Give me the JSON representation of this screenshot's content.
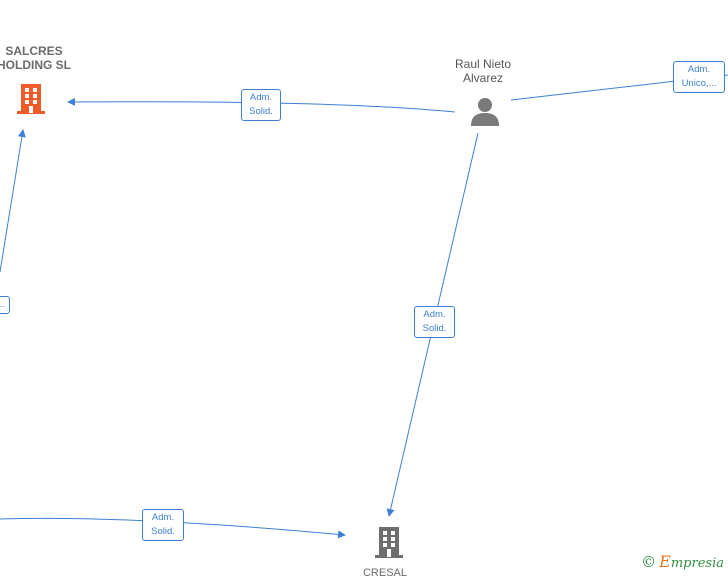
{
  "nodes": {
    "salcres": {
      "line1": "SALCRES",
      "line2": "HOLDING  SL",
      "color": "#f05a28"
    },
    "raul": {
      "line1": "Raul Nieto",
      "line2": "Alvarez",
      "color": "#7a7a7a"
    },
    "cresal": {
      "line1": "CRESAL",
      "color": "#6e6e6e"
    }
  },
  "edges": {
    "raul_salcres": {
      "line1": "Adm.",
      "line2": "Solid."
    },
    "raul_cresal": {
      "line1": "Adm.",
      "line2": "Solid."
    },
    "offscreen_cresal": {
      "line1": "Adm.",
      "line2": "Solid."
    },
    "raul_offscreen": {
      "line1": "Adm.",
      "line2": "Unico,..."
    },
    "left_partial": {
      "line1": "",
      "line2": "..."
    }
  },
  "colors": {
    "edge": "#3d7fd4",
    "accent": "#f05a28"
  },
  "watermark": {
    "symbol": "©",
    "brand_initial": "E",
    "brand_rest": "mpresia"
  }
}
